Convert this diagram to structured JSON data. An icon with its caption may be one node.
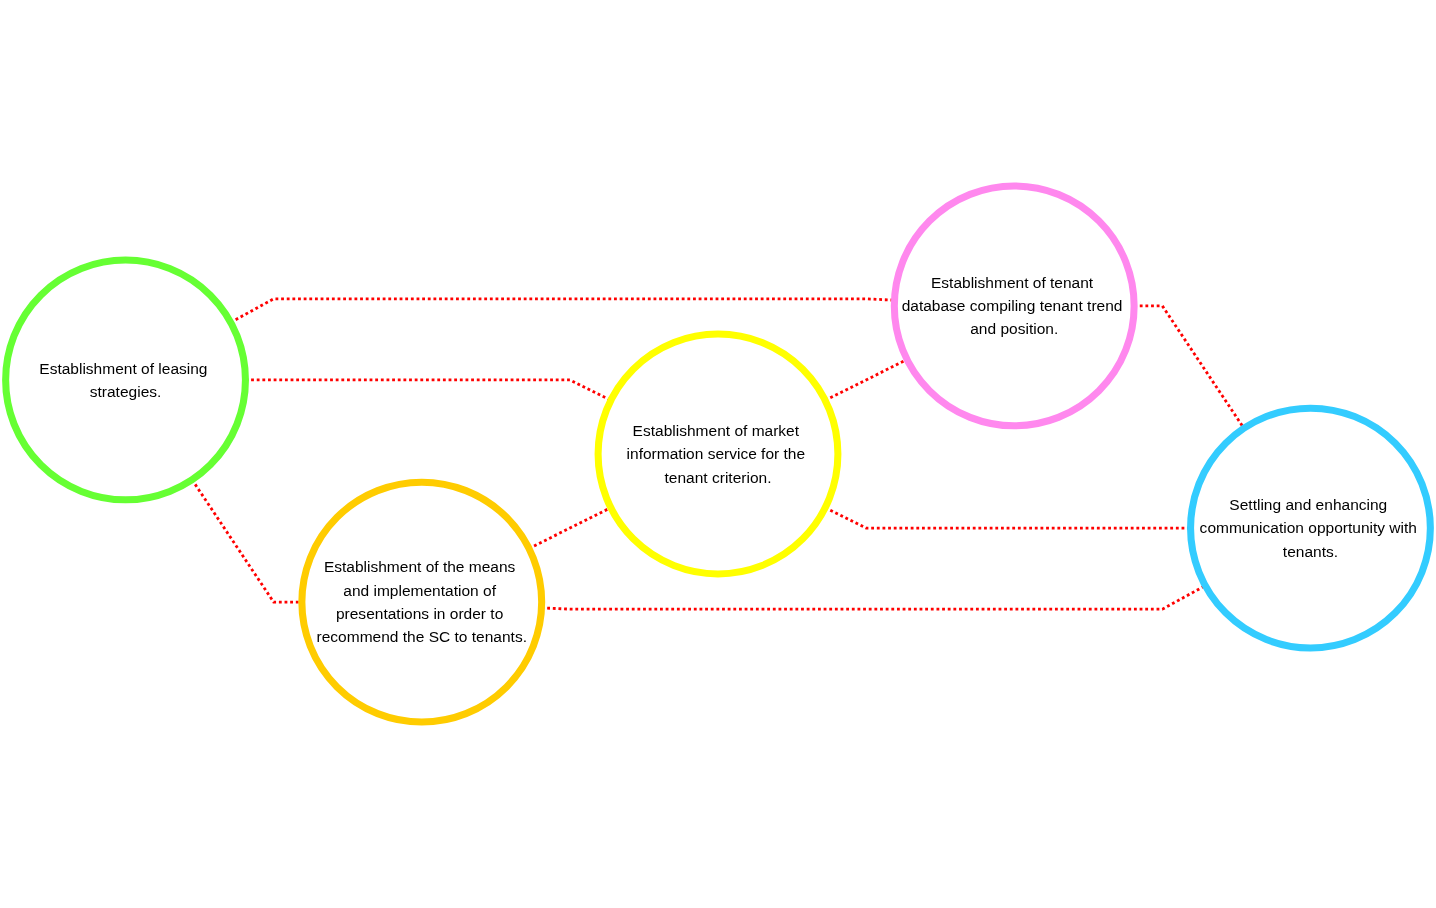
{
  "diagram": {
    "nodes": [
      {
        "text": [
          "Establishment of leasing strategies."
        ]
      },
      {
        "text": [
          "Establishment of tenant database compiling tenant trend and position."
        ]
      },
      {
        "text": [
          "Establishment of market information service for the tenant criterion."
        ]
      },
      {
        "text": [
          "Establishment of the means and implementation of presentations in order to recommend the SC to tenants."
        ]
      },
      {
        "text": [
          "Settling and enhancing communication opportunity with tenants."
        ]
      }
    ],
    "edges": [
      {
        "from": 0,
        "to": 1,
        "arrow": "none",
        "style": "dashed",
        "color": "#ff0000"
      },
      {
        "from": 0,
        "to": 2,
        "arrow": "none",
        "style": "dashed",
        "color": "#ff0000"
      },
      {
        "from": 2,
        "to": 1,
        "arrow": "none",
        "style": "dashed",
        "color": "#ff0000"
      },
      {
        "from": 0,
        "to": 3,
        "arrow": "none",
        "style": "dashed",
        "color": "#ff0000"
      },
      {
        "from": 1,
        "to": 4,
        "arrow": "none",
        "style": "dashed",
        "color": "#ff0000"
      },
      {
        "from": 3,
        "to": 2,
        "arrow": "none",
        "style": "dashed",
        "color": "#ff0000"
      },
      {
        "from": 2,
        "to": 4,
        "arrow": "none",
        "style": "dashed",
        "color": "#ff0000"
      },
      {
        "from": 3,
        "to": 4,
        "arrow": "none",
        "style": "dashed",
        "color": "#ff0000"
      }
    ]
  }
}
